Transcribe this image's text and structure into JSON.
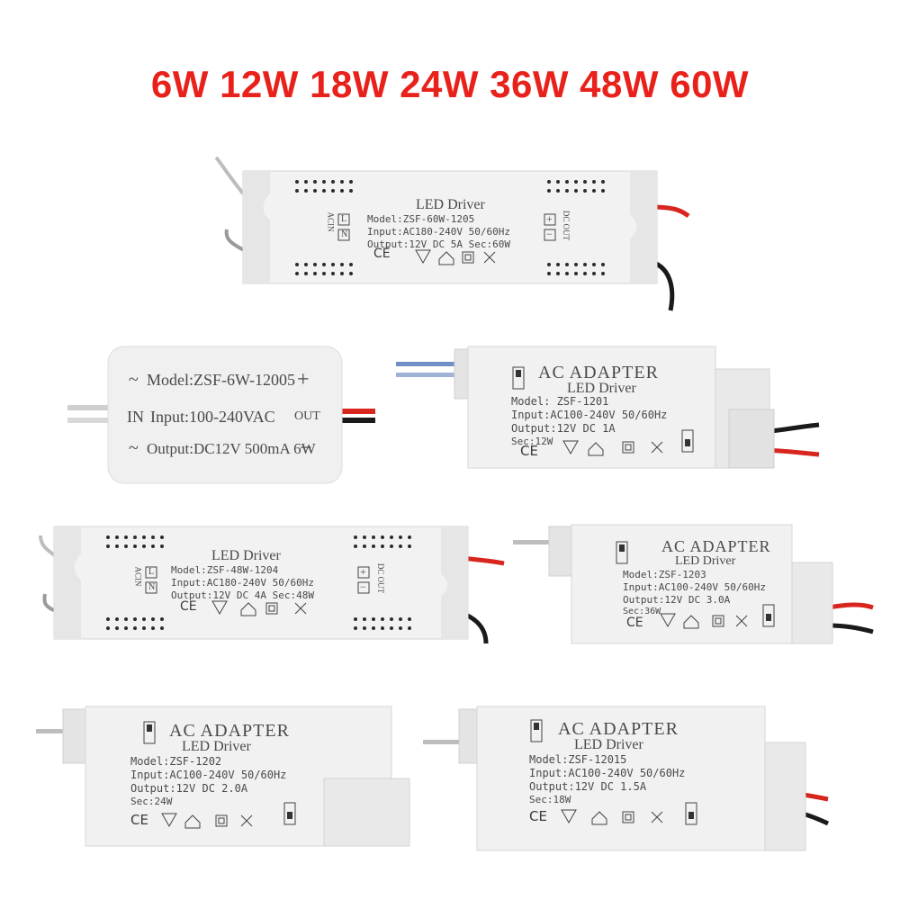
{
  "headline": "6W 12W 18W 24W 36W 48W 60W",
  "colors": {
    "headline": "#e8211b",
    "casing": "#eeeeee",
    "wire_red": "#d8261f",
    "wire_black": "#1a1a1a",
    "print": "#4a4a4a"
  },
  "drivers": [
    {
      "id": "60w",
      "title": "LED Driver",
      "model": "Model:ZSF-60W-1205",
      "input": "Input:AC180-240V 50/60Hz",
      "output": "Output:12V DC 5A Sec:60W",
      "in_label": "ACIN",
      "l": "L",
      "n": "N",
      "plus": "+",
      "minus": "−",
      "out_label": "DC OUT"
    },
    {
      "id": "6w",
      "model": "Model:ZSF-6W-12005",
      "input": "Input:100-240VAC",
      "output": "Output:DC12V 500mA 6W",
      "in": "IN",
      "out": "OUT",
      "plus": "+",
      "minus": "−",
      "tilde": "~"
    },
    {
      "id": "12w",
      "title": "AC ADAPTER",
      "subtitle": "LED Driver",
      "model": "Model: ZSF-1201",
      "input": "Input:AC100-240V 50/60Hz",
      "output": "Output:12V  DC 1A",
      "sec": "Sec:12W"
    },
    {
      "id": "48w",
      "title": "LED Driver",
      "model": "Model:ZSF-48W-1204",
      "input": "Input:AC180-240V 50/60Hz",
      "output": "Output:12V DC 4A Sec:48W",
      "in_label": "ACIN",
      "l": "L",
      "n": "N",
      "plus": "+",
      "minus": "−",
      "out_label": "DC OUT"
    },
    {
      "id": "36w",
      "title": "AC ADAPTER",
      "subtitle": "LED Driver",
      "model": "Model:ZSF-1203",
      "input": "Input:AC100-240V 50/60Hz",
      "output": "Output:12V  DC 3.0A",
      "sec": "Sec:36W"
    },
    {
      "id": "24w",
      "title": "AC ADAPTER",
      "subtitle": "LED Driver",
      "model": "Model:ZSF-1202",
      "input": "Input:AC100-240V 50/60Hz",
      "output": "Output:12V  DC 2.0A",
      "sec": "Sec:24W"
    },
    {
      "id": "18w",
      "title": "AC ADAPTER",
      "subtitle": "LED Driver",
      "model": "Model:ZSF-12015",
      "input": "Input:AC100-240V 50/60Hz",
      "output": "Output:12V  DC 1.5A",
      "sec": "Sec:18W"
    }
  ],
  "cert_icons": [
    "ce-mark-icon",
    "f-triangle-icon",
    "house-icon",
    "double-square-icon",
    "crossed-bin-icon"
  ]
}
